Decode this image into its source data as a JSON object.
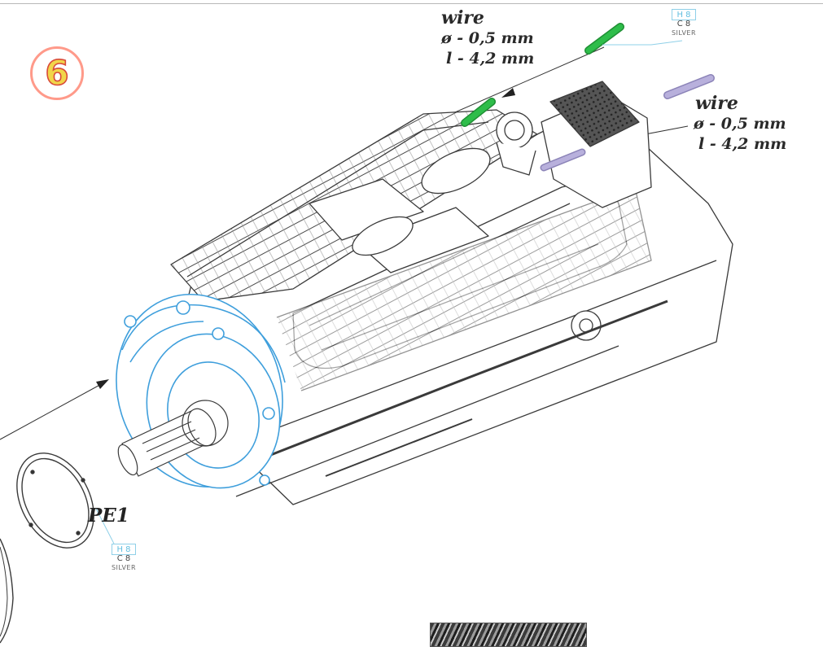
{
  "step": {
    "number": "6"
  },
  "callouts": {
    "wire_green": {
      "name": "wire",
      "diameter": "ø - 0,5 mm",
      "length": "l - 4,2 mm"
    },
    "wire_purple": {
      "name": "wire",
      "diameter": "ø - 0,5 mm",
      "length": "l - 4,2 mm"
    }
  },
  "paint_refs": {
    "top": {
      "h": "H 8",
      "c": "C 8",
      "name": "SILVER"
    },
    "bottom": {
      "h": "H 8",
      "c": "C 8",
      "name": "SILVER"
    }
  },
  "parts": {
    "pe1": "PE1"
  },
  "colors": {
    "wire_green": "#2ebd4a",
    "wire_purple": "#b8b0dc",
    "highlight_blue": "#3f9fdc",
    "line_art": "#3a3a3a",
    "badge_ring": "#ff9a8a",
    "badge_digit": "#f1d54a"
  }
}
